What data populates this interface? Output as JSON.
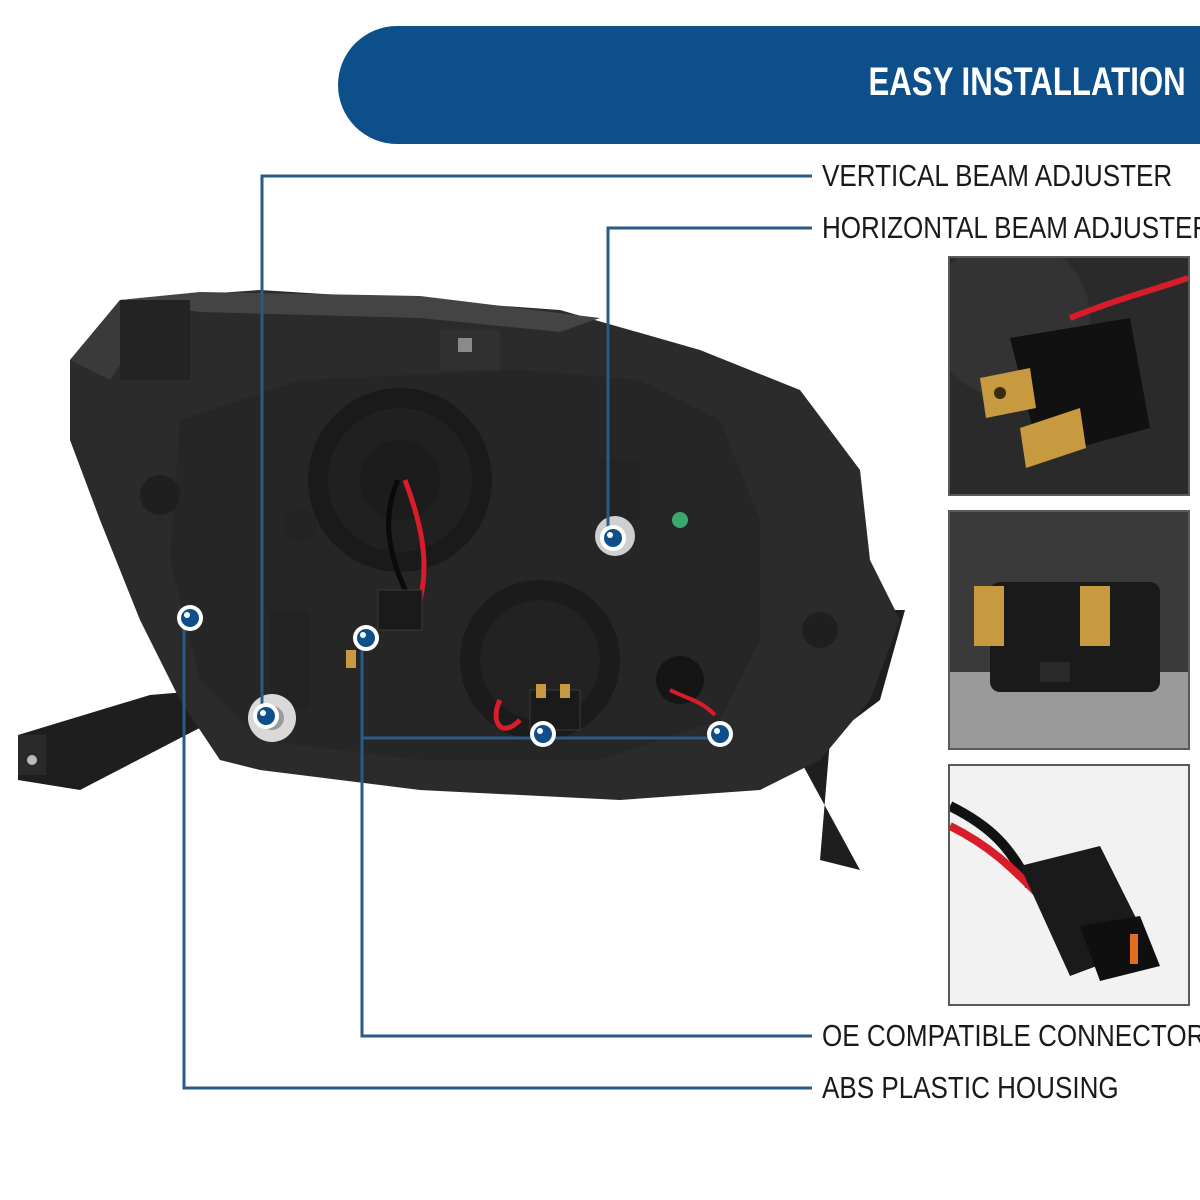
{
  "banner": {
    "title": "EASY INSTALLATION",
    "color": "#0d4f8b"
  },
  "callouts": {
    "vertical_beam": "VERTICAL BEAM ADJUSTER",
    "horizontal_beam": "HORIZONTAL BEAM ADJUSTER",
    "oe_connectors": "OE COMPATIBLE CONNECTORS",
    "abs_housing": "ABS PLASTIC HOUSING"
  },
  "colors": {
    "line": "#2a5a86",
    "dot": "#0d4f8b",
    "housing": "#2b2b2b",
    "wire_red": "#d91c2a"
  },
  "photos": {
    "h4_connector_side": "h4-bulb-connector",
    "h4_connector_front": "h4-plug-connector",
    "t10_bulb_socket": "t10-wedge-socket"
  },
  "product": "headlight-housing-rear"
}
